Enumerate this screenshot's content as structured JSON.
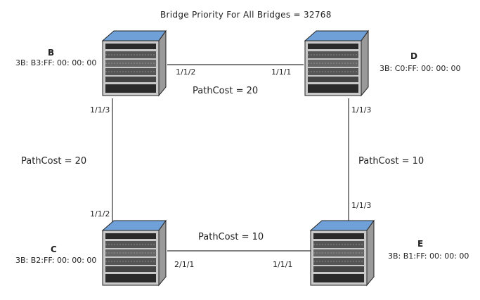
{
  "title": "Bridge Priority For All Bridges = 32768",
  "bridges": {
    "B": {
      "name": "B",
      "mac": "3B: B3:FF: 00: 00: 00"
    },
    "C": {
      "name": "C",
      "mac": "3B: B2:FF: 00: 00: 00"
    },
    "D": {
      "name": "D",
      "mac": "3B: C0:FF: 00: 00: 00"
    },
    "E": {
      "name": "E",
      "mac": "3B: B1:FF: 00: 00: 00"
    }
  },
  "links": {
    "bd": {
      "cost": "PathCost = 20",
      "port_b": "1/1/2",
      "port_d": "1/1/1"
    },
    "bc": {
      "cost": "PathCost = 20",
      "port_b": "1/1/3",
      "port_c": "1/1/2"
    },
    "de": {
      "cost": "PathCost = 10",
      "port_d": "1/1/3",
      "port_e": "1/1/3"
    },
    "ce": {
      "cost": "PathCost = 10",
      "port_c": "2/1/1",
      "port_e": "1/1/1"
    }
  },
  "colors": {
    "line": "#333333",
    "device_top": "#6fa0d8",
    "device_body": "#c8c8c8",
    "device_dark": "#2a2a2a"
  },
  "icon": "chassis-switch-icon"
}
